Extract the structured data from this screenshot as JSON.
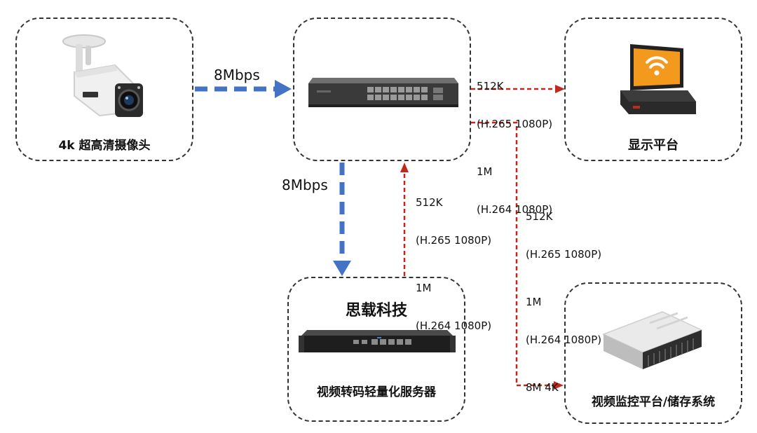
{
  "nodes": {
    "camera": {
      "label": "4k 超高清摄像头",
      "icon": "camera-icon"
    },
    "switch": {
      "label": "",
      "icon": "network-switch-icon"
    },
    "display": {
      "label": "显示平台",
      "icon": "display-monitor-icon"
    },
    "transcoder": {
      "title": "思载科技",
      "label": "视频转码轻量化服务器",
      "icon": "rack-server-icon"
    },
    "storage": {
      "label": "视频监控平台/储存系统",
      "icon": "storage-array-icon"
    }
  },
  "edges": {
    "camera_to_switch": {
      "label": "8Mbps"
    },
    "switch_to_transcoder": {
      "label": "8Mbps"
    },
    "transcoder_to_switch": {
      "lines": [
        "512K",
        "(H.265 1080P)",
        "1M",
        "(H.264 1080P)"
      ]
    },
    "switch_to_display": {
      "lines": [
        "512K",
        "(H.265 1080P)",
        "1M",
        "(H.264 1080P)"
      ]
    },
    "switch_to_storage": {
      "lines": [
        "512K",
        "(H.265 1080P)",
        "1M",
        "(H.264 1080P)",
        "8M 4K"
      ]
    }
  },
  "colors": {
    "input_stream": "#4472c4",
    "output_stream": "#c0291e",
    "box_border": "#333333"
  }
}
